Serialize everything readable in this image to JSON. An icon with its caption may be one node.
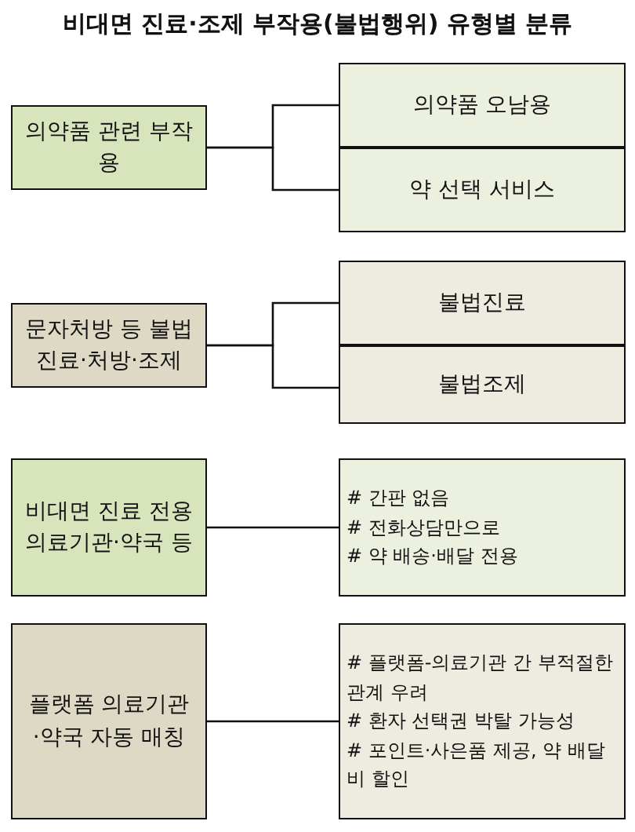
{
  "diagram": {
    "title": "비대면 진료·조제 부작용(불법행위) 유형별 분류",
    "nodes": [
      {
        "text": [
          "의약품 관련 부작용"
        ]
      },
      {
        "text": [
          "의약품 오남용"
        ]
      },
      {
        "text": [
          "약 선택 서비스"
        ]
      },
      {
        "text": [
          "문자처방 등 불법 진료·처방·조제"
        ]
      },
      {
        "text": [
          "불법진료"
        ]
      },
      {
        "text": [
          "불법조제"
        ]
      },
      {
        "text": [
          "비대면 진료 전용 의료기관·약국 등"
        ]
      },
      {
        "text": [
          "# 간판 없음",
          "# 전화상담만으로",
          "# 약 배송·배달 전용"
        ]
      },
      {
        "text": [
          "플랫폼 의료기관 ·약국 자동 매칭"
        ]
      },
      {
        "text": [
          "# 플랫폼-의료기관 간 부적절한 관계 우려",
          "# 환자 선택권 박탈 가능성",
          "# 포인트·사은품 제공, 약 배달비 할인"
        ]
      }
    ],
    "edges": [
      {
        "from": 0,
        "to": 1,
        "arrow": "none"
      },
      {
        "from": 0,
        "to": 2,
        "arrow": "none"
      },
      {
        "from": 3,
        "to": 4,
        "arrow": "none"
      },
      {
        "from": 3,
        "to": 5,
        "arrow": "none"
      },
      {
        "from": 6,
        "to": 7,
        "arrow": "none"
      },
      {
        "from": 8,
        "to": 9,
        "arrow": "none"
      }
    ]
  }
}
